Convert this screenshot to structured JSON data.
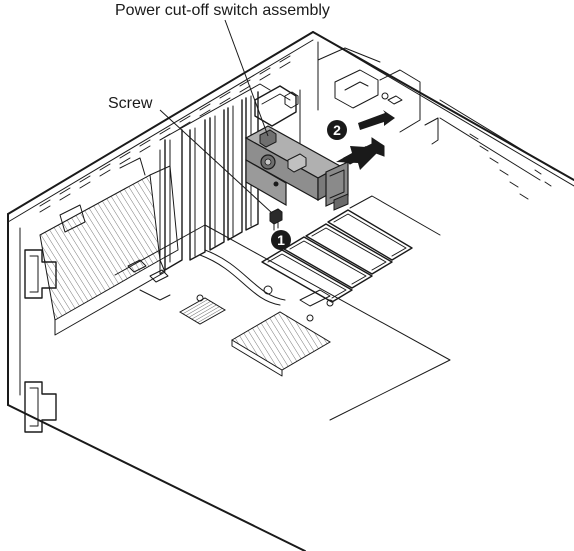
{
  "labels": {
    "assembly": "Power cut-off switch assembly",
    "screw": "Screw"
  },
  "steps": {
    "step1": "1",
    "step2": "2"
  },
  "colors": {
    "line": "#1a1a1a",
    "badge": "#1a1a1a",
    "assembly_fill": "#9a9a9a",
    "assembly_side": "#7c7c7c",
    "hatch": "#8a8a8a",
    "background": "#ffffff"
  }
}
